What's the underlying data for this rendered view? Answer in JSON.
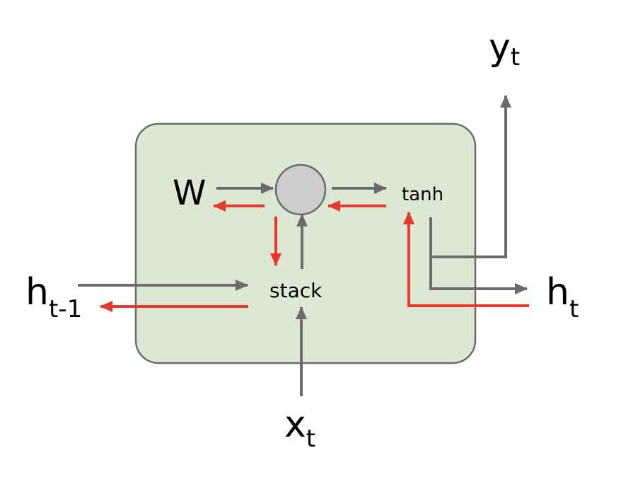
{
  "diagram": {
    "title": "RNN cell forward and backward flow",
    "colors": {
      "cell_fill": "#dde8d4",
      "cell_stroke": "#6b6b6b",
      "node_fill": "#cccccc",
      "forward_arrow": "#6b6b6b",
      "backward_arrow": "#e8382a",
      "text": "#000000"
    },
    "labels": {
      "weight": "W",
      "tanh": "tanh",
      "stack": "stack",
      "h_prev_main": "h",
      "h_prev_sub": "t-1",
      "h_out_main": "h",
      "h_out_sub": "t",
      "x_main": "x",
      "x_sub": "t",
      "y_main": "y",
      "y_sub": "t"
    },
    "edges": [
      {
        "from": "W",
        "to": "multiply-node",
        "direction": "forward"
      },
      {
        "from": "multiply-node",
        "to": "W",
        "direction": "backward"
      },
      {
        "from": "multiply-node",
        "to": "tanh",
        "direction": "forward"
      },
      {
        "from": "tanh",
        "to": "multiply-node",
        "direction": "backward"
      },
      {
        "from": "multiply-node",
        "to": "stack",
        "direction": "backward"
      },
      {
        "from": "stack",
        "to": "multiply-node",
        "direction": "forward"
      },
      {
        "from": "h_t-1",
        "to": "stack",
        "direction": "forward"
      },
      {
        "from": "stack",
        "to": "h_t-1",
        "direction": "backward"
      },
      {
        "from": "x_t",
        "to": "stack",
        "direction": "forward"
      },
      {
        "from": "tanh",
        "to": "y_t",
        "direction": "forward"
      },
      {
        "from": "tanh",
        "to": "h_t",
        "direction": "forward"
      },
      {
        "from": "h_t",
        "to": "tanh",
        "direction": "backward"
      }
    ]
  }
}
